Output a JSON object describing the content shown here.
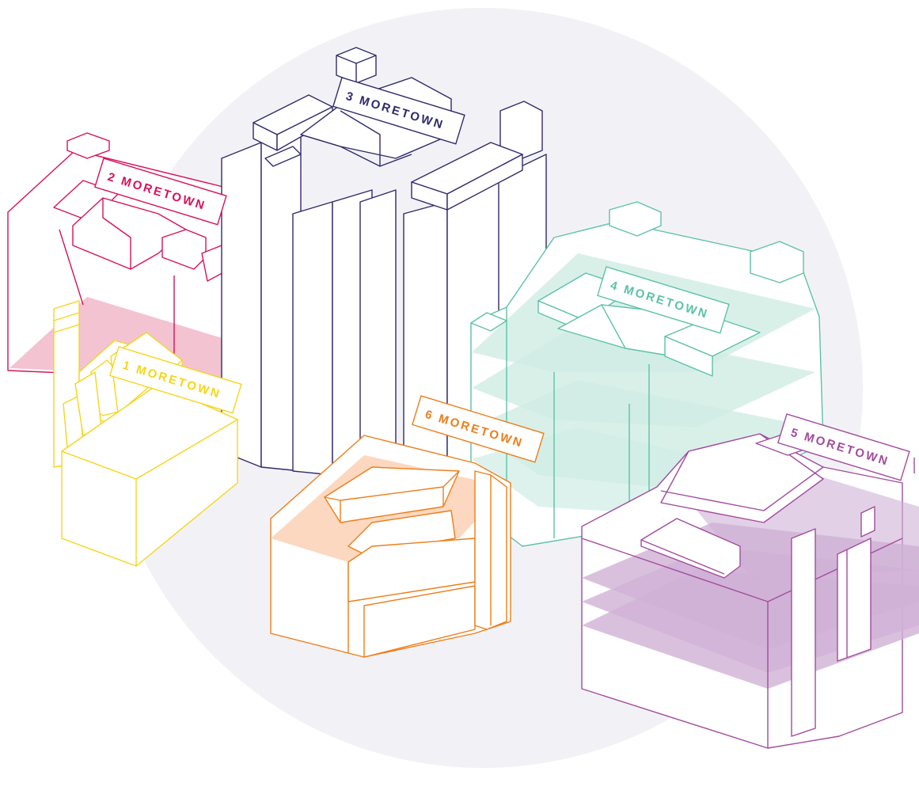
{
  "colors": {
    "background_circle": "#f2f2f6",
    "building_1": "#f7d51b",
    "building_2": "#d8115a",
    "building_2_floor": "#f3c3d2",
    "building_3": "#302a6b",
    "building_4": "#5cc2a8",
    "building_4_floor": "#cfece4",
    "building_5": "#a24b9e",
    "building_5_floor": "#cfb1d6",
    "building_6": "#ef7d1a",
    "building_6_floor": "#fbd8bf"
  },
  "buildings": [
    {
      "id": "1",
      "label": "1 MORETOWN"
    },
    {
      "id": "2",
      "label": "2 MORETOWN"
    },
    {
      "id": "3",
      "label": "3 MORETOWN"
    },
    {
      "id": "4",
      "label": "4 MORETOWN"
    },
    {
      "id": "5",
      "label": "5 MORETOWN"
    },
    {
      "id": "6",
      "label": "6 MORETOWN"
    }
  ]
}
